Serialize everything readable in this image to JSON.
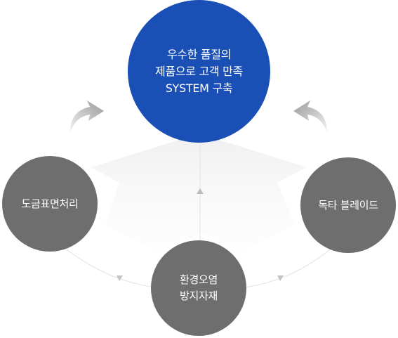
{
  "nodes": {
    "center": {
      "lines": [
        "우수한 품질의",
        "제품으로 고객 만족",
        "SYSTEM 구축"
      ],
      "color": "#1a4fb5"
    },
    "left": {
      "lines": [
        "도금표면처리"
      ],
      "color": "#6e6e6e"
    },
    "right": {
      "lines": [
        "독타 블레이드"
      ],
      "color": "#6e6e6e"
    },
    "bottom": {
      "lines": [
        "환경오염",
        "방지자재"
      ],
      "color": "#6e6e6e"
    }
  },
  "icons": {
    "left_arrow": "curved-arrow-up-right-icon",
    "right_arrow": "curved-arrow-up-left-icon",
    "cycle_arrows": "small-triangle-arrow-icon"
  }
}
